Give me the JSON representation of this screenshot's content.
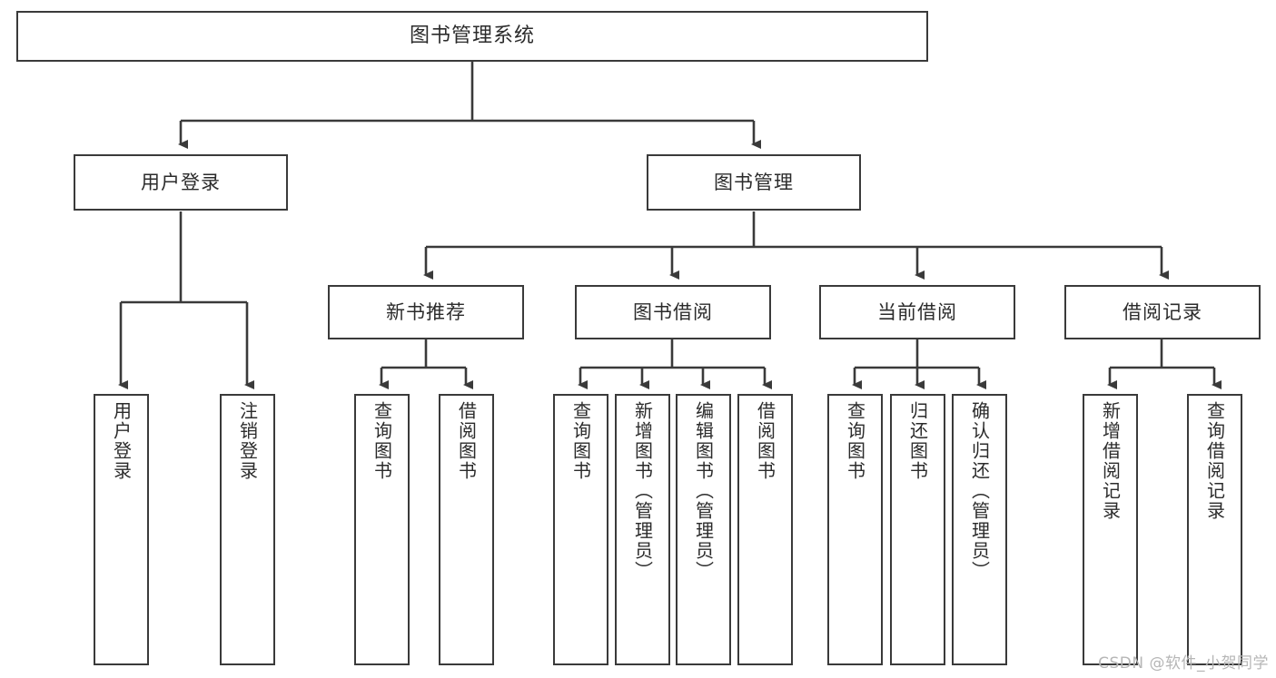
{
  "diagram": {
    "title": "图书管理系统",
    "type": "tree",
    "watermark": "CSDN @软件_小贺同学",
    "colors": {
      "stroke": "#3a3a3a",
      "fill": "#ffffff",
      "text": "#2b2b2b",
      "watermark": "#b6b6b6"
    },
    "nodes": {
      "root": {
        "label": "图书管理系统"
      },
      "level2": [
        {
          "id": "user-login",
          "label": "用户登录"
        },
        {
          "id": "book-admin",
          "label": "图书管理"
        }
      ],
      "level3": [
        {
          "id": "new-book-rec",
          "label": "新书推荐"
        },
        {
          "id": "book-borrow",
          "label": "图书借阅"
        },
        {
          "id": "current-borrow",
          "label": "当前借阅"
        },
        {
          "id": "borrow-record",
          "label": "借阅记录"
        }
      ],
      "leaves": {
        "user_login": [
          {
            "id": "leaf-user-login",
            "label": "用户登录"
          },
          {
            "id": "leaf-logout",
            "label": "注销登录"
          }
        ],
        "new_book_rec": [
          {
            "id": "leaf-query-book-1",
            "label": "查询图书"
          },
          {
            "id": "leaf-borrow-book-1",
            "label": "借阅图书"
          }
        ],
        "book_borrow": [
          {
            "id": "leaf-query-book-2",
            "label": "查询图书"
          },
          {
            "id": "leaf-add-book",
            "label": "新增图书（管理员）"
          },
          {
            "id": "leaf-edit-book",
            "label": "编辑图书（管理员）"
          },
          {
            "id": "leaf-borrow-book-2",
            "label": "借阅图书"
          }
        ],
        "current_borrow": [
          {
            "id": "leaf-query-book-3",
            "label": "查询图书"
          },
          {
            "id": "leaf-return-book",
            "label": "归还图书"
          },
          {
            "id": "leaf-confirm-return",
            "label": "确认归还（管理员）"
          }
        ],
        "borrow_record": [
          {
            "id": "leaf-add-record",
            "label": "新增借阅记录"
          },
          {
            "id": "leaf-query-record",
            "label": "查询借阅记录"
          }
        ]
      }
    }
  }
}
